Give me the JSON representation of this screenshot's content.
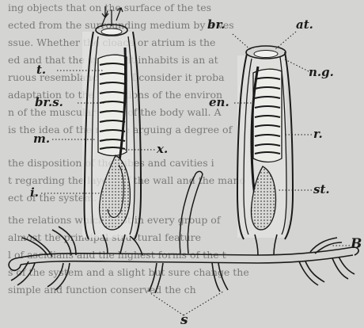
{
  "figure": {
    "labels": {
      "t": "t.",
      "brs": "br.s.",
      "m": "m.",
      "x": "x.",
      "i": "i.",
      "br": "br.",
      "at": "at.",
      "ng": "n.g.",
      "en": "en.",
      "r": "r.",
      "st": "st.",
      "B": "B",
      "s": "s"
    },
    "page_text": [
      "ing objects that on the surface of the tes",
      "ected from the surrounding medium by a ves",
      "ssue. Whether the cloaca or atrium is the",
      "ed and that the species it inhabits is an at",
      "ruous resemblance, and I consider it proba",
      "adaptation to the conditions of the environ",
      "n of the muscular layer of the body wall. A",
      "is the idea of the mantle arguing a degree of",
      "the disposition of the tubes and cavities i",
      "t regarding the layers of the wall and the mano",
      "ect of the system.",
      "the relations which exist in every group of",
      "almost the principal structural feature",
      "l of ascidians and the highest forms of the t",
      "s of the system and a slight but sure change the",
      "simple and function conserved the ch"
    ]
  }
}
